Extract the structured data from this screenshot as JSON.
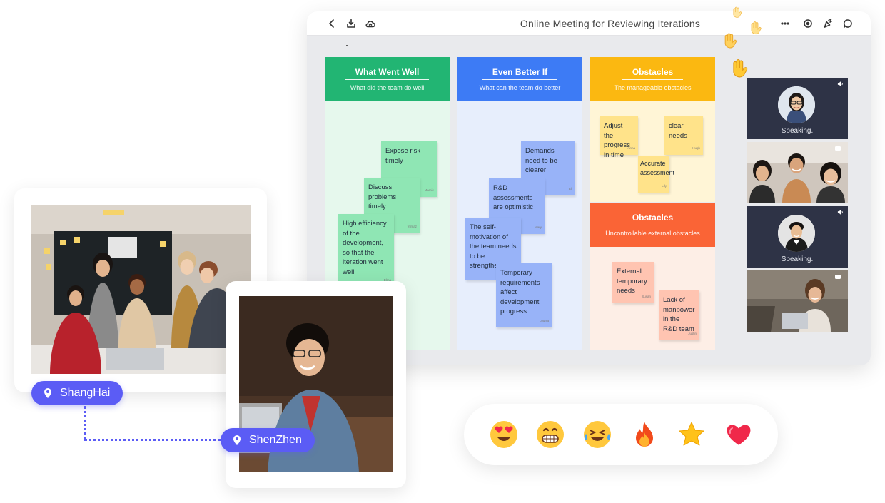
{
  "app": {
    "title": "Online Meeting for Reviewing Iterations"
  },
  "toolbar": {
    "left_icons": [
      "back-icon",
      "download-icon",
      "cloud-icon"
    ],
    "right_icons": [
      "more-icon",
      "record-icon",
      "celebrate-icon",
      "chat-icon"
    ]
  },
  "board": {
    "columns": [
      {
        "title": "What Went Well",
        "subtitle": "What did the team do well",
        "color": "#22b573",
        "body_color": "#e6f8ed",
        "notes": [
          {
            "text": "Expose risk timely",
            "sig": "Jamie"
          },
          {
            "text": "Discuss problems timely",
            "sig": "Yilmaz"
          },
          {
            "text": "High efficiency of the development, so that the iteration went well",
            "sig": "Elma"
          }
        ]
      },
      {
        "title": "Even Better If",
        "subtitle": "What can the team do better",
        "color": "#3d7bf5",
        "body_color": "#e7eefc",
        "notes": [
          {
            "text": "Demands need to be clearer",
            "sig": "Eli"
          },
          {
            "text": "R&D assessments are optimistic",
            "sig": "Mary"
          },
          {
            "text": "The self-motivation of the team needs to be strengthened",
            "sig": "Cara"
          },
          {
            "text": "Temporary requirements affect development progress",
            "sig": "Louisa"
          }
        ]
      },
      {
        "title": "Obstacles",
        "subtitle": "The manageable obstacles",
        "color": "#fbb811",
        "body_color": "#fff5d6",
        "notes": [
          {
            "text": "Adjust the progress in time",
            "sig": "Anna"
          },
          {
            "text": "clear needs",
            "sig": "Hugh"
          },
          {
            "text": "Accurate assessment",
            "sig": "Lily"
          }
        ]
      },
      {
        "title": "Obstacles",
        "subtitle": "Uncontrollable external obstacles",
        "color": "#fa6436",
        "body_color": "#fdeee6",
        "notes": [
          {
            "text": "External temporary needs",
            "sig": "Susan"
          },
          {
            "text": "Lack of manpower in the R&D team",
            "sig": "Justin"
          }
        ]
      }
    ]
  },
  "participants": [
    {
      "label": "Speaking.",
      "type": "avatar"
    },
    {
      "label": "",
      "type": "video"
    },
    {
      "label": "Speaking.",
      "type": "avatar"
    },
    {
      "label": "",
      "type": "video"
    }
  ],
  "locations": [
    {
      "name": "ShangHai"
    },
    {
      "name": "ShenZhen"
    }
  ],
  "reactions": [
    "heart-eyes-icon",
    "grin-icon",
    "tears-of-joy-icon",
    "fire-icon",
    "star-icon",
    "heart-icon"
  ],
  "colors": {
    "accent": "#5b5cf5",
    "green": "#22b573",
    "blue": "#3d7bf5",
    "yellow": "#fbb811",
    "orange": "#fa6436",
    "video_bg": "#2e3346"
  }
}
